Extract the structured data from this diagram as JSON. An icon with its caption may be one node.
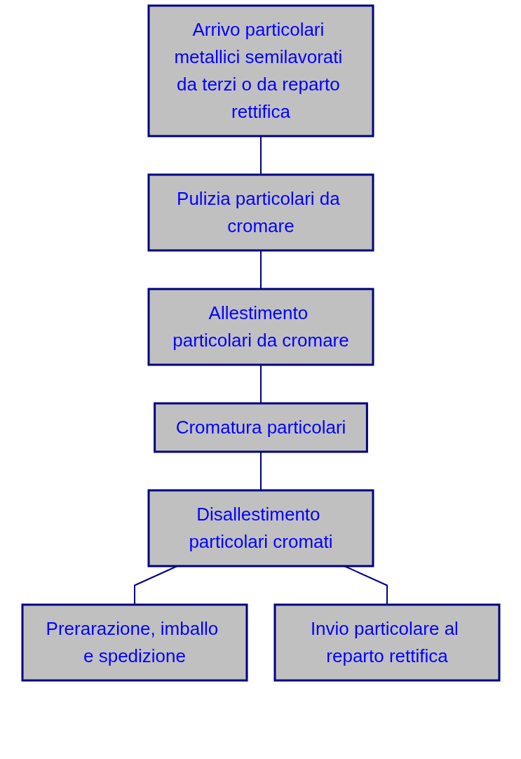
{
  "diagram": {
    "nodes": [
      {
        "text": [
          "Arrivo particolari metallici semilavorati da terzi o da reparto rettifica"
        ]
      },
      {
        "text": [
          "Pulizia particolari da cromare"
        ]
      },
      {
        "text": [
          "Allestimento particolari da cromare"
        ]
      },
      {
        "text": [
          "Cromatura particolari"
        ]
      },
      {
        "text": [
          "Disallestimento particolari cromati"
        ]
      },
      {
        "text": [
          "Prerarazione, imballo e spedizione"
        ]
      },
      {
        "text": [
          "Invio particolare al reparto rettifica"
        ]
      }
    ],
    "edges": [
      {
        "from": 0,
        "to": 1,
        "arrow": "none"
      },
      {
        "from": 1,
        "to": 2,
        "arrow": "none"
      },
      {
        "from": 2,
        "to": 3,
        "arrow": "none"
      },
      {
        "from": 3,
        "to": 4,
        "arrow": "none"
      },
      {
        "from": 4,
        "to": 5,
        "arrow": "none"
      },
      {
        "from": 4,
        "to": 6,
        "arrow": "none"
      }
    ]
  }
}
